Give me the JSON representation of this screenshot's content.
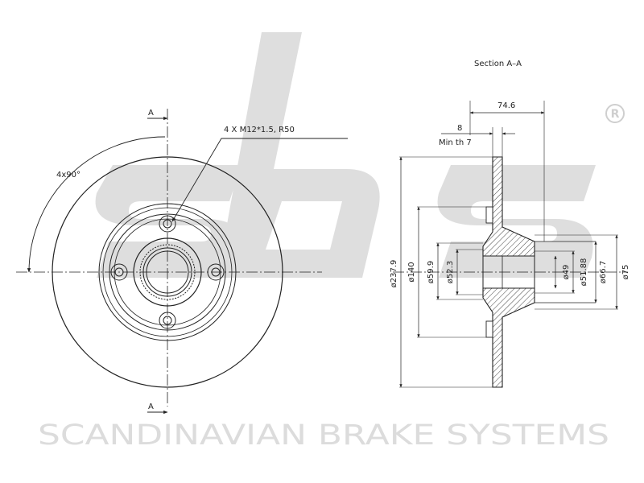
{
  "brand": {
    "watermark_logo": "sbs",
    "tagline": "SCANDINAVIAN BRAKE SYSTEMS",
    "registered_mark": "R"
  },
  "front_view": {
    "section_marker_top": "A",
    "section_marker_bottom": "A",
    "bolt_pattern_label": "4x90°",
    "thread_note": "4 X M12*1.5, R50"
  },
  "section_view": {
    "title": "Section A–A",
    "dimensions": {
      "overall_height": "74.6",
      "disc_thickness": "8",
      "min_thickness": "Min th 7",
      "outer_diameter": "ø237.9",
      "d140": "ø140",
      "d59_9": "ø59.9",
      "d52_3": "ø52.3",
      "d49": "ø49",
      "d51_88": "ø51.88",
      "d66_7": "ø66.7",
      "d75": "ø75"
    }
  },
  "colors": {
    "line": "#222222",
    "watermark": "#dcdcdc",
    "hatch_fill": "#e6e6e6"
  }
}
